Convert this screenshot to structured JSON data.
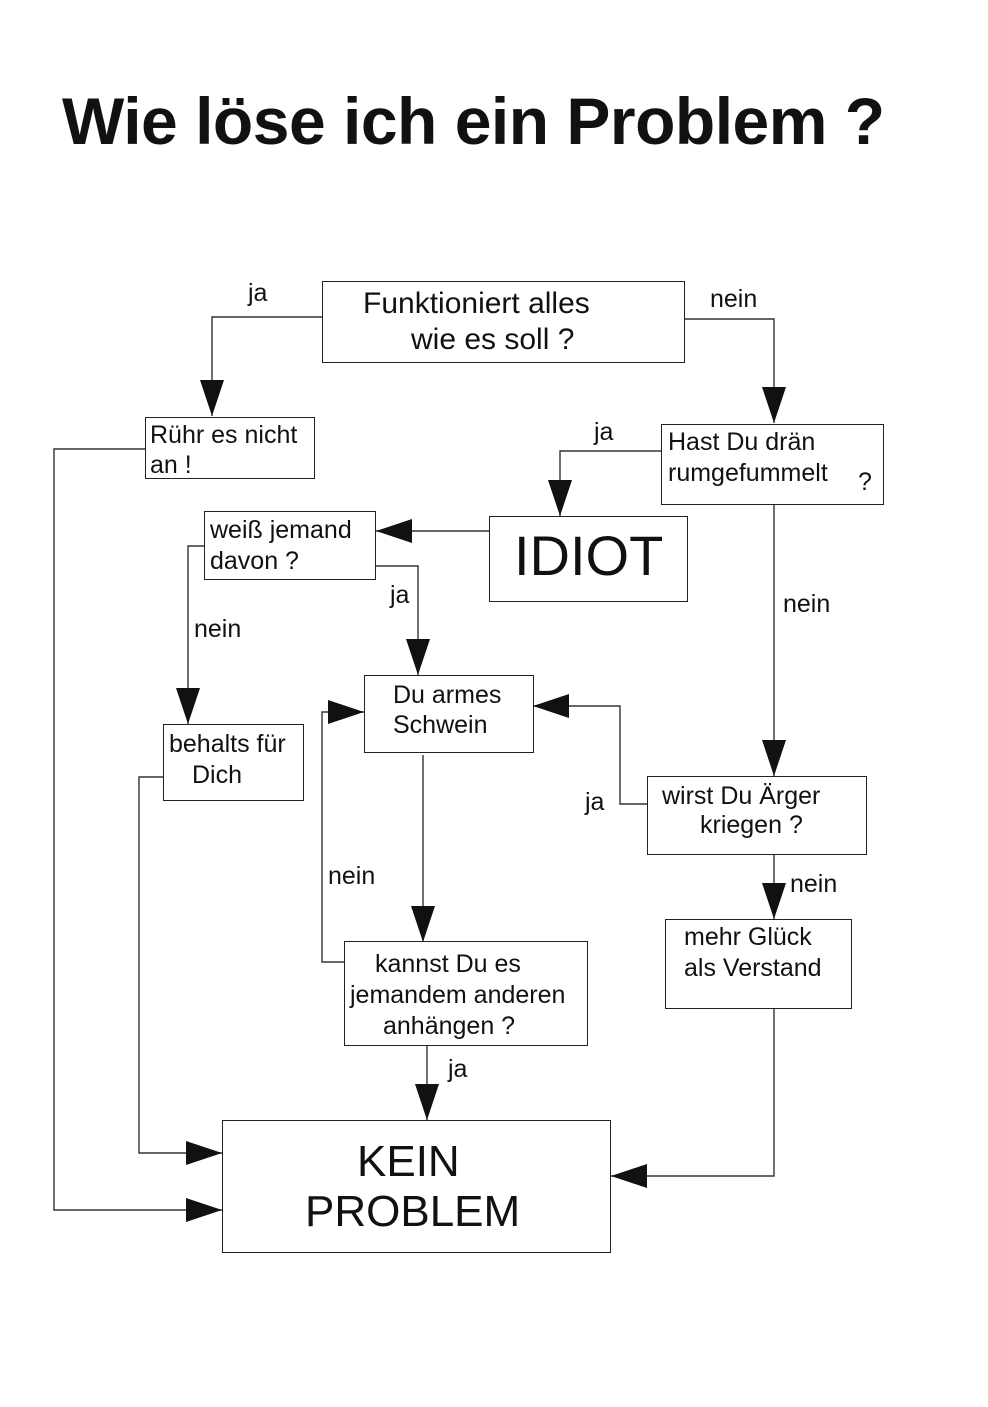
{
  "title": "Wie löse ich ein Problem ?",
  "nodes": {
    "start": {
      "line1": "Funktioniert alles",
      "line2": "wie es soll ?"
    },
    "ruehr": {
      "line1": "Rühr es nicht",
      "line2": "an !"
    },
    "hast": {
      "line1": "Hast Du drän",
      "line2": "rumgefummelt",
      "line2_suffix": "?"
    },
    "idiot": {
      "line1": "IDIOT"
    },
    "weiss": {
      "line1": "weiß jemand",
      "line2": "davon ?"
    },
    "armes": {
      "line1": "Du armes",
      "line2": "Schwein"
    },
    "behalts": {
      "line1": "behalts für",
      "line2": "Dich"
    },
    "aerger": {
      "line1": "wirst Du Ärger",
      "line2": "kriegen ?"
    },
    "glueck": {
      "line1": "mehr Glück",
      "line2": "als Verstand"
    },
    "kannst": {
      "line1": "kannst Du es",
      "line2": "jemandem anderen",
      "line3": "anhängen ?"
    },
    "kein": {
      "line1": "KEIN",
      "line2": "PROBLEM"
    }
  },
  "edge_labels": {
    "start_ja": "ja",
    "start_nein": "nein",
    "hast_ja": "ja",
    "hast_nein": "nein",
    "weiss_ja": "ja",
    "weiss_nein": "nein",
    "aerger_ja": "ja",
    "aerger_nein": "nein",
    "kannst_nein": "nein",
    "kannst_ja": "ja"
  }
}
